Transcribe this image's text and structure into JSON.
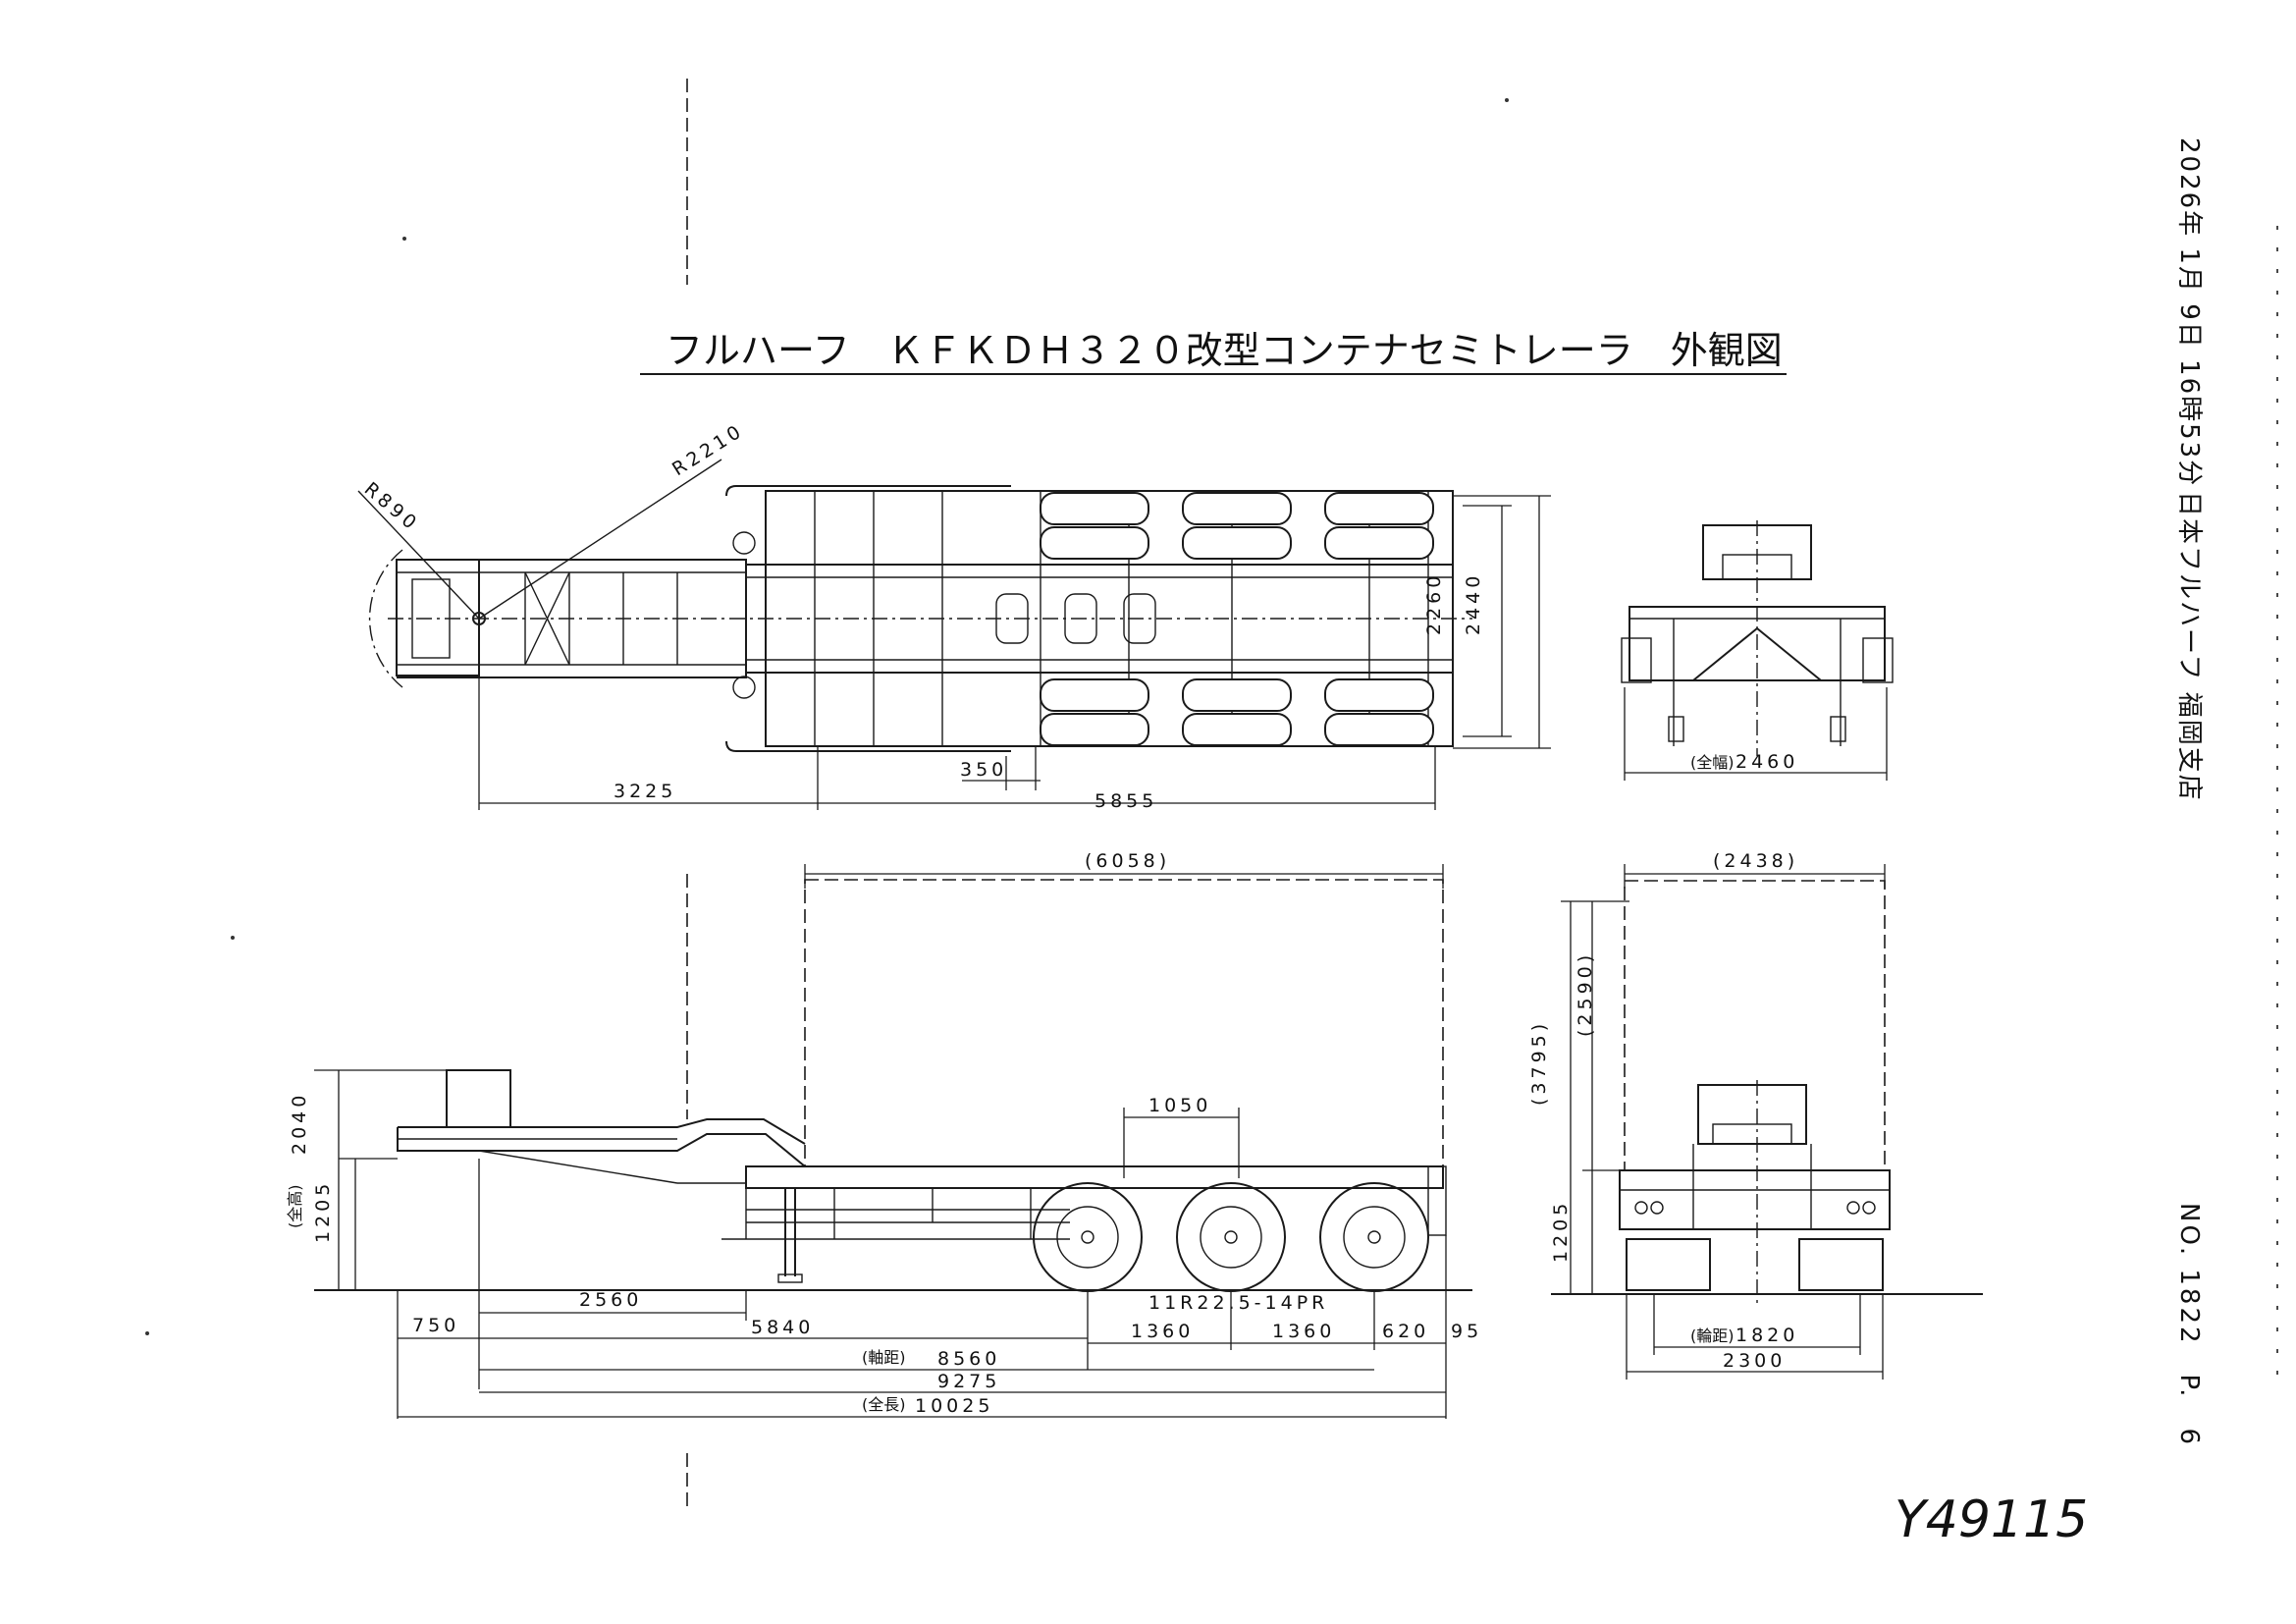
{
  "title": "フルハーフ　ＫＦＫＤＨ３２０改型コンテナセミトレーラ　外観図",
  "header_stamp": {
    "datetime": "2026年 1月 9日 16時53分",
    "company": "日本フルハーフ 福岡支店",
    "page_no": "NO. 1822　P.　6"
  },
  "handwritten_note": "Y49115",
  "plan_view": {
    "radius_kingpin": "R890",
    "radius_swing": "R2210",
    "dims": {
      "kingpin_to_axle_center": "3225",
      "rear_section": "5855",
      "offset": "350",
      "inner_width": "2260",
      "outer_width": "2440"
    }
  },
  "rear_top_view": {
    "overall_width_label": "(全幅)",
    "overall_width": "2460"
  },
  "side_view": {
    "container_length": "(6058)",
    "axle_offset": "1050",
    "overall_height_label": "(全高)",
    "overall_height": "2040",
    "deck_height": "1205",
    "kingpin_to_leg": "2560",
    "front_overhang": "750",
    "kingpin_to_axle1": "5840",
    "axle_spacing_1": "1360",
    "axle_spacing_2": "1360",
    "rear_overhang_a": "620",
    "rear_overhang_b": "95",
    "wheelbase_label": "(軸距)",
    "wheelbase": "8560",
    "kingpin_to_rear": "9275",
    "overall_length_label": "(全長)",
    "overall_length": "10025",
    "tire_spec": "11R22.5-14PR"
  },
  "rear_view": {
    "container_width": "(2438)",
    "total_height": "(3795)",
    "container_height": "(2590)",
    "deck_height": "1205",
    "track_label": "(輪距)",
    "track": "1820",
    "frame_width": "2300"
  },
  "colors": {
    "ink": "#1a1a1a",
    "paper": "#ffffff"
  }
}
